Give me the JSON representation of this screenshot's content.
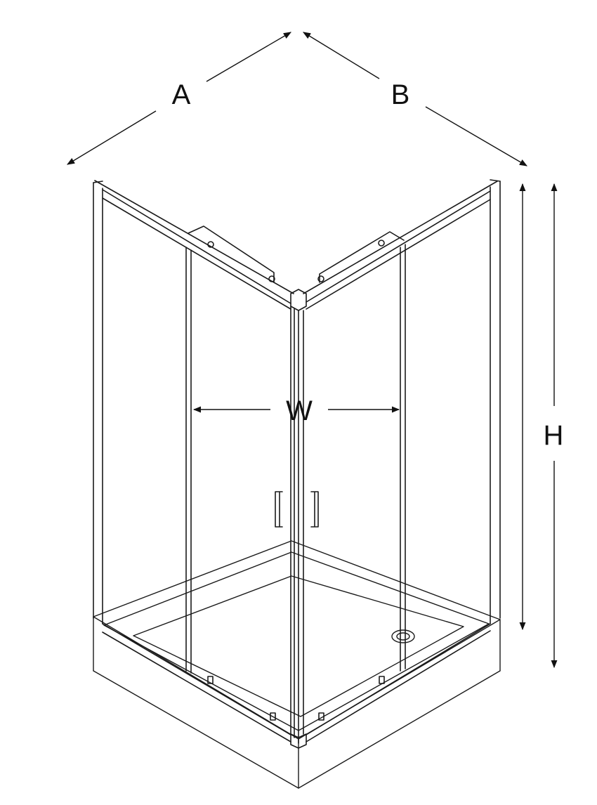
{
  "diagram": {
    "labels": {
      "a": "A",
      "b": "B",
      "w": "W",
      "h": "H"
    },
    "colors": {
      "line": "#1a1a1a",
      "dimension": "#111111",
      "background": "#ffffff"
    }
  }
}
